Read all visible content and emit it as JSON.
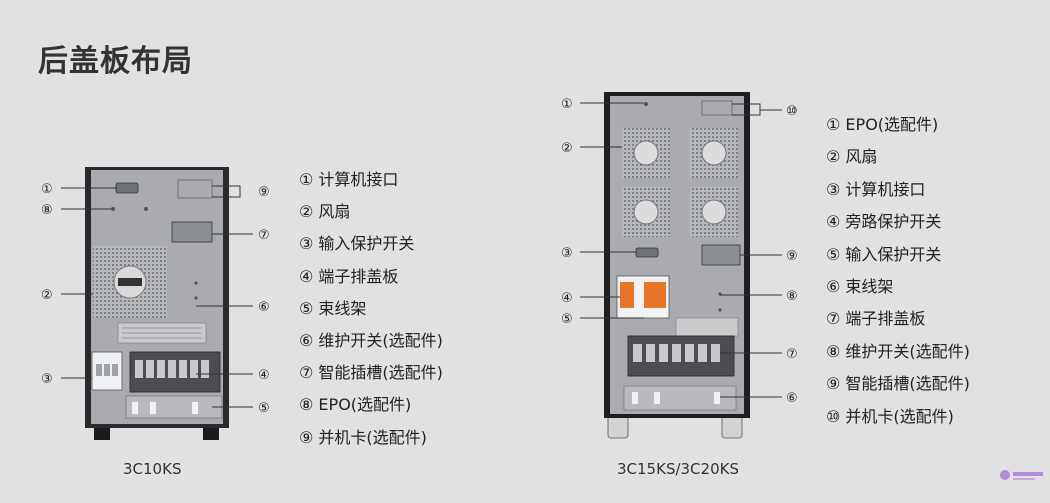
{
  "page": {
    "title": "后盖板布局"
  },
  "unit_small": {
    "model": "3C10KS",
    "callout_numbers": [
      "①",
      "⑧",
      "②",
      "③",
      "⑨",
      "⑦",
      "⑥",
      "④",
      "⑤"
    ],
    "legend": [
      "① 计算机接口",
      "② 风扇",
      "③ 输入保护开关",
      "④ 端子排盖板",
      "⑤ 束线架",
      "⑥ 维护开关(选配件)",
      "⑦ 智能插槽(选配件)",
      "⑧ EPO(选配件)",
      "⑨ 并机卡(选配件)"
    ]
  },
  "unit_large": {
    "model": "3C15KS/3C20KS",
    "callout_numbers": [
      "①",
      "②",
      "③",
      "④",
      "⑤",
      "⑩",
      "⑨",
      "⑧",
      "⑦",
      "⑥"
    ],
    "legend": [
      "① EPO(选配件)",
      "② 风扇",
      "③ 计算机接口",
      "④ 旁路保护开关",
      "⑤ 输入保护开关",
      "⑥ 束线架",
      "⑦ 端子排盖板",
      "⑧ 维护开关(选配件)",
      "⑨ 智能插槽(选配件)",
      "⑩ 并机卡(选配件)"
    ]
  },
  "colors": {
    "background": "#e0e1e3",
    "panel": "#a9abae",
    "cabinet_edge": "#1a1a1a",
    "breaker_orange": "#e8742a"
  },
  "logo": {
    "name": "brand-logo"
  }
}
